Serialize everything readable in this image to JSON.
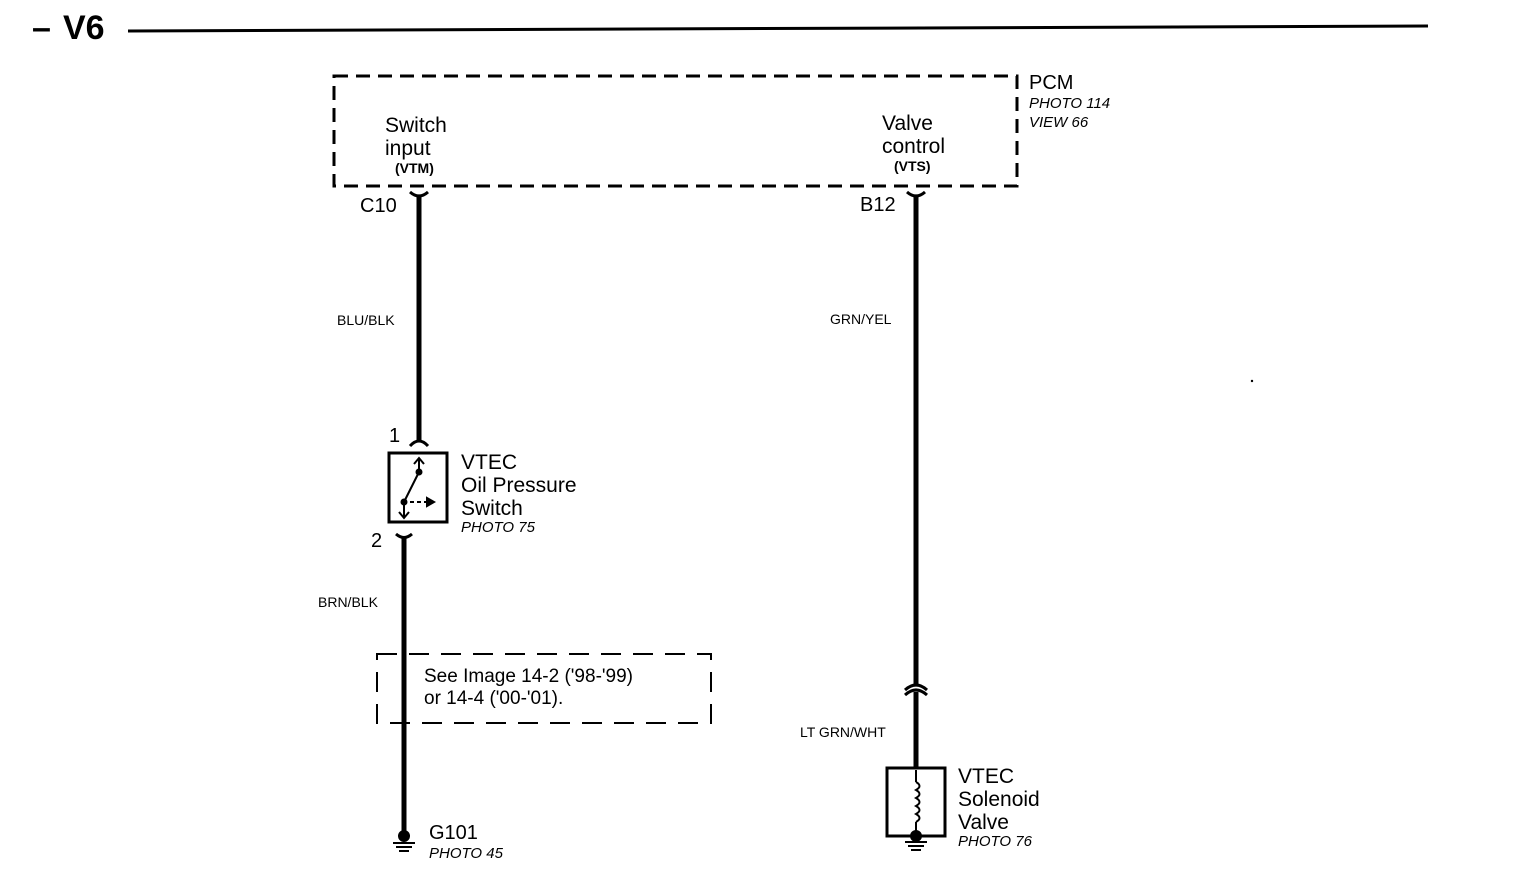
{
  "header": {
    "dash": "–",
    "title": "V6"
  },
  "pcm": {
    "name": "PCM",
    "ref": "PHOTO 114\nVIEW 66",
    "switch_input": {
      "label": "Switch\ninput",
      "signal": "(VTM)",
      "pin": "C10"
    },
    "valve_control": {
      "label": "Valve\ncontrol",
      "signal": "(VTS)",
      "pin": "B12"
    }
  },
  "wires": {
    "switch_to_pcm": "BLU/BLK",
    "switch_to_ground": "BRN/BLK",
    "pcm_to_connector": "GRN/YEL",
    "connector_to_solenoid": "LT GRN/WHT"
  },
  "oil_pressure_switch": {
    "name": "VTEC\nOil Pressure\nSwitch",
    "ref": "PHOTO 75",
    "pin_top": "1",
    "pin_bottom": "2"
  },
  "note": {
    "text": "See Image 14-2 ('98-'99)\nor 14-4 ('00-'01)."
  },
  "ground": {
    "name": "G101",
    "ref": "PHOTO 45"
  },
  "solenoid": {
    "name": "VTEC\nSolenoid\nValve",
    "ref": "PHOTO 76"
  }
}
